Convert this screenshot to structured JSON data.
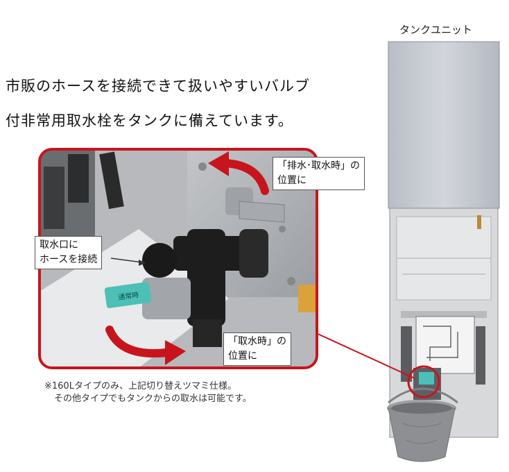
{
  "headline": {
    "line1": "市販のホースを接続できて扱いやすいバルブ",
    "line2": "付非常用取水栓をタンクに備えています。"
  },
  "tank_caption": "タンクユニット",
  "callouts": {
    "drain_position": [
      "「排水･取水時」の",
      "位置に"
    ],
    "hose_outlet": [
      "取水口に",
      "ホースを接続"
    ],
    "intake_position": [
      "「取水時」の",
      "位置に"
    ]
  },
  "valve_tag": "通常時",
  "note": {
    "line1": "※160Lタイプのみ、上記切り替えツマミ仕様。",
    "line2": "その他タイプでもタンクからの取水は可能です。"
  },
  "colors": {
    "highlight_red": "#c8141c",
    "tank_panel": "#c9cdd3",
    "valve_black": "#1d1d1d",
    "handle_teal": "#4cc0b6",
    "bucket_gray": "#8d8f92"
  }
}
